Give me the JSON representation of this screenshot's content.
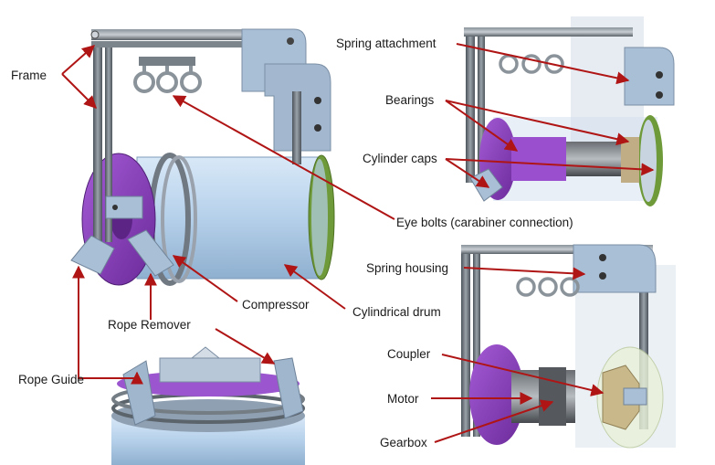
{
  "labels": {
    "frame": "Frame",
    "rope_guide": "Rope Guide",
    "rope_remover": "Rope Remover",
    "compressor": "Compressor",
    "cylindrical_drum": "Cylindrical drum",
    "eye_bolts": "Eye bolts (carabiner connection)",
    "spring_attachment": "Spring attachment",
    "bearings": "Bearings",
    "cylinder_caps": "Cylinder caps",
    "spring_housing": "Spring housing",
    "coupler": "Coupler",
    "motor": "Motor",
    "gearbox": "Gearbox"
  },
  "colors": {
    "arrow": "#b01515",
    "frame_metal": "#6a7178",
    "bracket": "#a9bfd6",
    "drum": "#b8d3ee",
    "purple_cap": "#8a3fbf",
    "green_cap": "#6f9a3a",
    "coupler": "#c9b98a"
  }
}
